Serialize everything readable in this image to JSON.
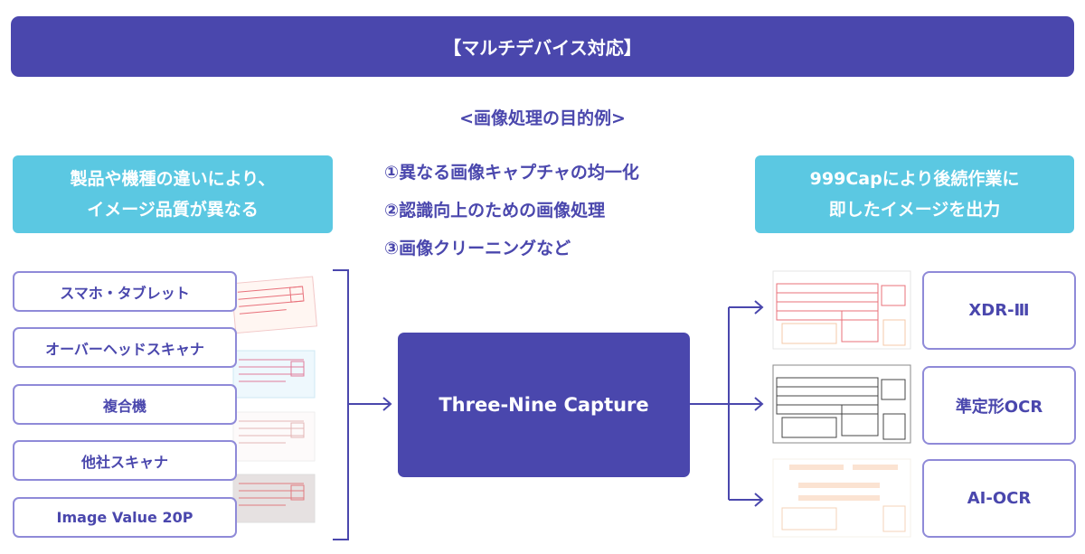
{
  "header": {
    "title": "【マルチデバイス対応】"
  },
  "subtitle": "<画像処理の目的例>",
  "left_note": {
    "line1": "製品や機種の違いにより、",
    "line2": "イメージ品質が異なる"
  },
  "right_note": {
    "line1": "999Capにより後続作業に",
    "line2": "即したイメージを出力"
  },
  "purposes": [
    "①異なる画像キャプチャの均一化",
    "②認識向上のための画像処理",
    "③画像クリーニングなど"
  ],
  "devices": [
    "スマホ・タブレット",
    "オーバーヘッドスキャナ",
    "複合機",
    "他社スキャナ",
    "Image Value 20P"
  ],
  "center": {
    "label": "Three-Nine Capture"
  },
  "outputs": [
    "XDR-Ⅲ",
    "準定形OCR",
    "AI-OCR"
  ],
  "colors": {
    "primary": "#4a47ad",
    "accent": "#5bc8e2",
    "border": "#8f8ad8"
  }
}
